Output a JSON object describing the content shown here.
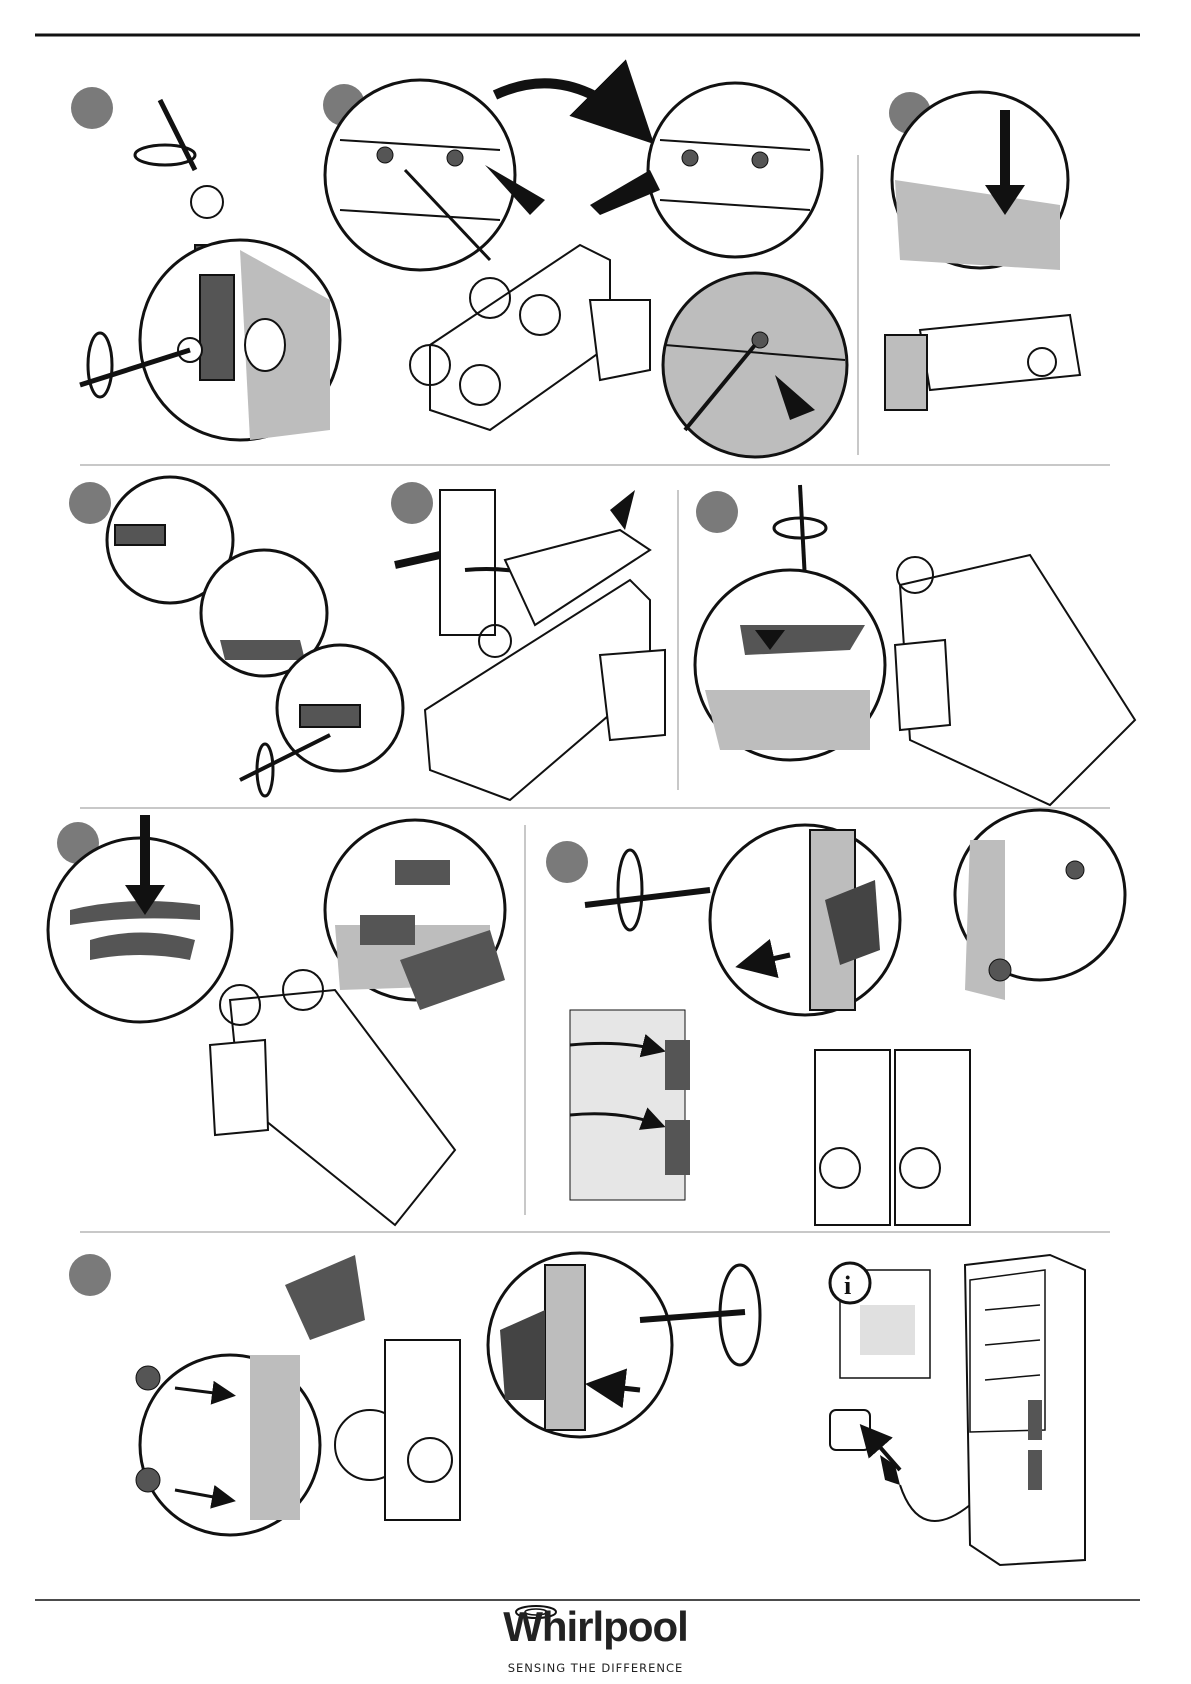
{
  "footer": {
    "brand_name": "Whirlpool",
    "tagline": "SENSING THE DIFFERENCE"
  },
  "colors": {
    "line": "#222222",
    "step_marker": "#7a7a7a",
    "panel_gray": "#bdbdbd",
    "divider": "#c8c8c8"
  },
  "icons": {
    "info": "info-icon",
    "logo": "whirlpool-swirl-logo"
  }
}
